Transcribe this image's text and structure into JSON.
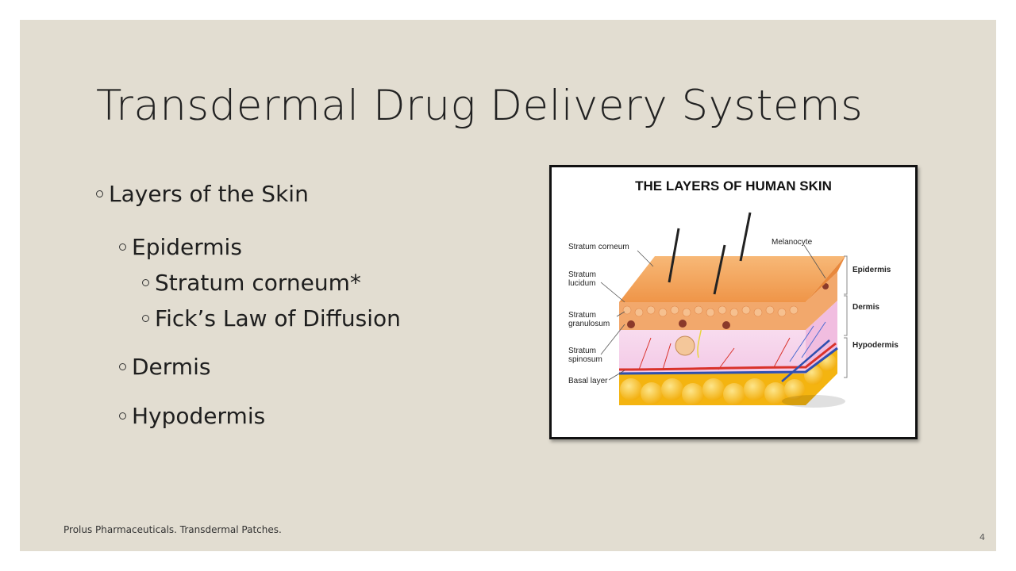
{
  "slide": {
    "title": "Transdermal Drug Delivery Systems",
    "bullets": [
      {
        "level": 1,
        "text": "Layers of the Skin"
      },
      {
        "level": 2,
        "text": "Epidermis"
      },
      {
        "level": 3,
        "text": "Stratum corneum*"
      },
      {
        "level": 3,
        "text": "Fick’s Law of Diffusion"
      },
      {
        "level": 2,
        "text": "Dermis"
      },
      {
        "level": 2,
        "text": "Hypodermis"
      }
    ],
    "footer": "Prolus Pharmaceuticals. Transdermal Patches.",
    "page_number": "4"
  },
  "figure": {
    "title": "THE LAYERS OF HUMAN SKIN",
    "left_labels": {
      "stratum_corneum": "Stratum corneum",
      "stratum_lucidum": "Stratum\nlucidum",
      "stratum_granulosum": "Stratum\ngranulosum",
      "stratum_spinosum": "Stratum\nspinosum",
      "basal_layer": "Basal layer"
    },
    "top_label": "Melanocyte",
    "right_labels": {
      "epidermis": "Epidermis",
      "dermis": "Dermis",
      "hypodermis": "Hypodermis"
    }
  },
  "colors": {
    "background": "#e2ddd1",
    "text": "#1e1e1e",
    "skin_top": "#f2a15a",
    "fat": "#f7c21b"
  }
}
